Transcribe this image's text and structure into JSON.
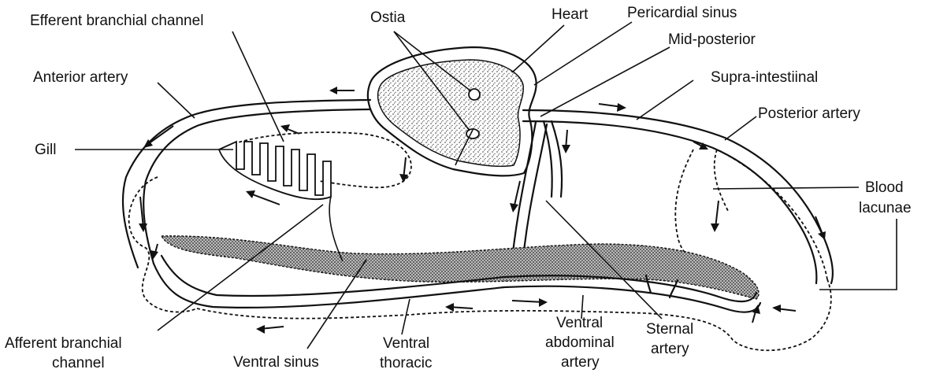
{
  "labels": {
    "efferent_branchial_channel": "Efferent branchial channel",
    "ostia": "Ostia",
    "heart": "Heart",
    "pericardial_sinus": "Pericardial sinus",
    "mid_posterior": "Mid-posterior",
    "anterior_artery": "Anterior artery",
    "supra_intestinal": "Supra-intestiinal",
    "posterior_artery": "Posterior artery",
    "gill": "Gill",
    "blood_lacunae_1": "Blood",
    "blood_lacunae_2": "lacunae",
    "afferent_branchial_channel_1": "Afferent branchial",
    "afferent_branchial_channel_2": "channel",
    "ventral_sinus": "Ventral sinus",
    "ventral_thoracic_1": "Ventral",
    "ventral_thoracic_2": "thoracic",
    "ventral_abdominal_artery_1": "Ventral",
    "ventral_abdominal_artery_2": "abdominal",
    "ventral_abdominal_artery_3": "artery",
    "sternal_artery_1": "Sternal",
    "sternal_artery_2": "artery"
  }
}
